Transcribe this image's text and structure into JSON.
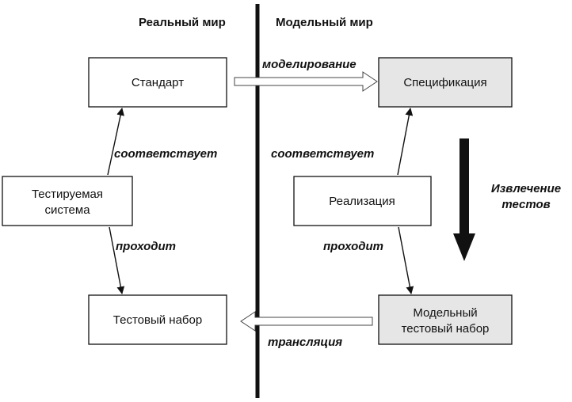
{
  "headers": {
    "real_world": "Реальный мир",
    "model_world": "Модельный мир"
  },
  "boxes": {
    "standard": "Стандарт",
    "specification": "Спецификация",
    "system_line1": "Тестируемая",
    "system_line2": "система",
    "implementation": "Реализация",
    "test_suite": "Тестовый набор",
    "model_suite_line1": "Модельный",
    "model_suite_line2": "тестовый набор"
  },
  "labels": {
    "modeling": "моделирование",
    "conforms_left": "соответствует",
    "conforms_right": "соответствует",
    "passes_left": "проходит",
    "passes_right": "проходит",
    "extraction_line1": "Извлечение",
    "extraction_line2": "тестов",
    "translation": "трансляция"
  },
  "colors": {
    "box_white": "#ffffff",
    "box_gray": "#e6e6e6",
    "line": "#111111"
  }
}
